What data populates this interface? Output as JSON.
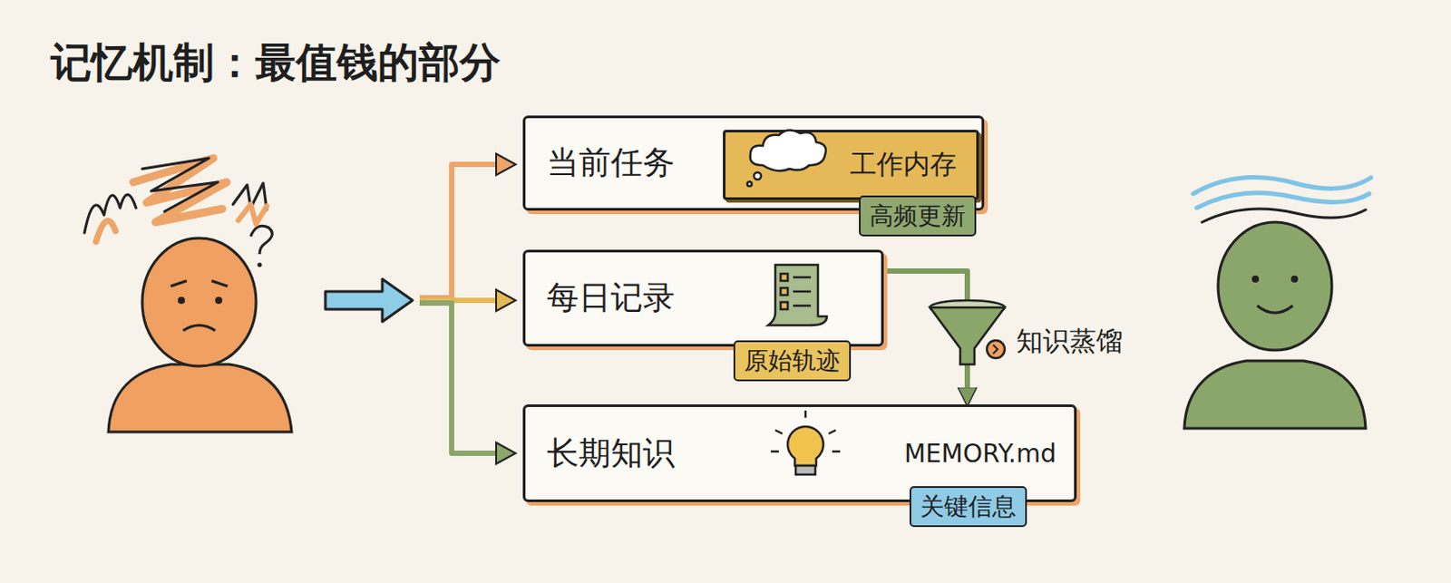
{
  "diagram": {
    "title": "记忆机制：最值钱的部分",
    "nodes": [
      {
        "text": [
          "当前任务"
        ]
      },
      {
        "text": [
          "工作内存"
        ],
        "in": 0
      },
      {
        "text": [
          "高频更新"
        ],
        "in": 0
      },
      {
        "text": [
          "每日记录"
        ]
      },
      {
        "text": [
          "原始轨迹"
        ],
        "in": 3
      },
      {
        "text": [
          "长期知识",
          "MEMORY.md"
        ]
      },
      {
        "text": [
          "关键信息"
        ],
        "in": 5
      }
    ],
    "edges": [
      {
        "from": 3,
        "to": 5,
        "arrow": "to",
        "label": "知识蒸馏"
      }
    ]
  }
}
